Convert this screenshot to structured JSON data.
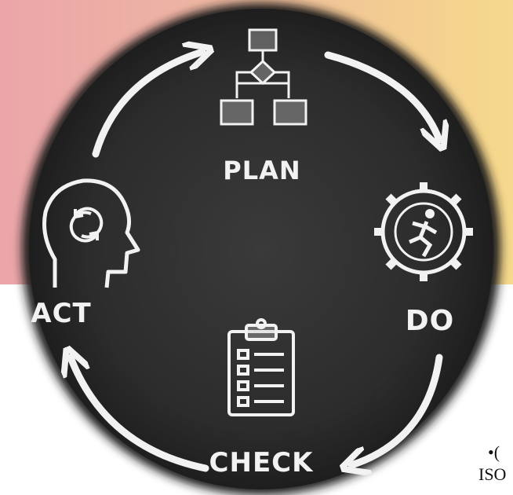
{
  "diagram": {
    "steps": [
      {
        "id": "plan",
        "label": "PLAN"
      },
      {
        "id": "do",
        "label": "DO"
      },
      {
        "id": "check",
        "label": "CHECK"
      },
      {
        "id": "act",
        "label": "ACT"
      }
    ]
  },
  "caption": {
    "line1": "•(",
    "line2": "ISO"
  },
  "colors": {
    "board": "#2e2e2e",
    "chalk": "#f2f2f2",
    "banner_left": "#eba5a9",
    "banner_right": "#f6d98c"
  }
}
